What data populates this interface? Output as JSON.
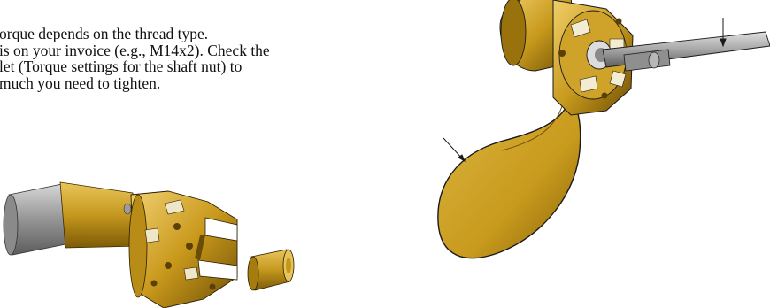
{
  "instructions": {
    "lines": [
      "orque depends on the thread type.",
      "is on your invoice (e.g., M14x2). Check the",
      "let (Torque settings for the shaft nut) to",
      "much you need to tighten."
    ]
  },
  "figures": {
    "shaft_hub_with_nut": {
      "icon": "propeller-hub-and-nut-illustration"
    },
    "propeller_assembly": {
      "icon": "propeller-blade-with-wrench-illustration"
    }
  },
  "colors": {
    "brass": "#c79a1f",
    "brass_dark": "#7a5a08",
    "brass_light": "#e5c35a",
    "steel": "#a9a9a9",
    "outline": "#1a1a1a"
  }
}
